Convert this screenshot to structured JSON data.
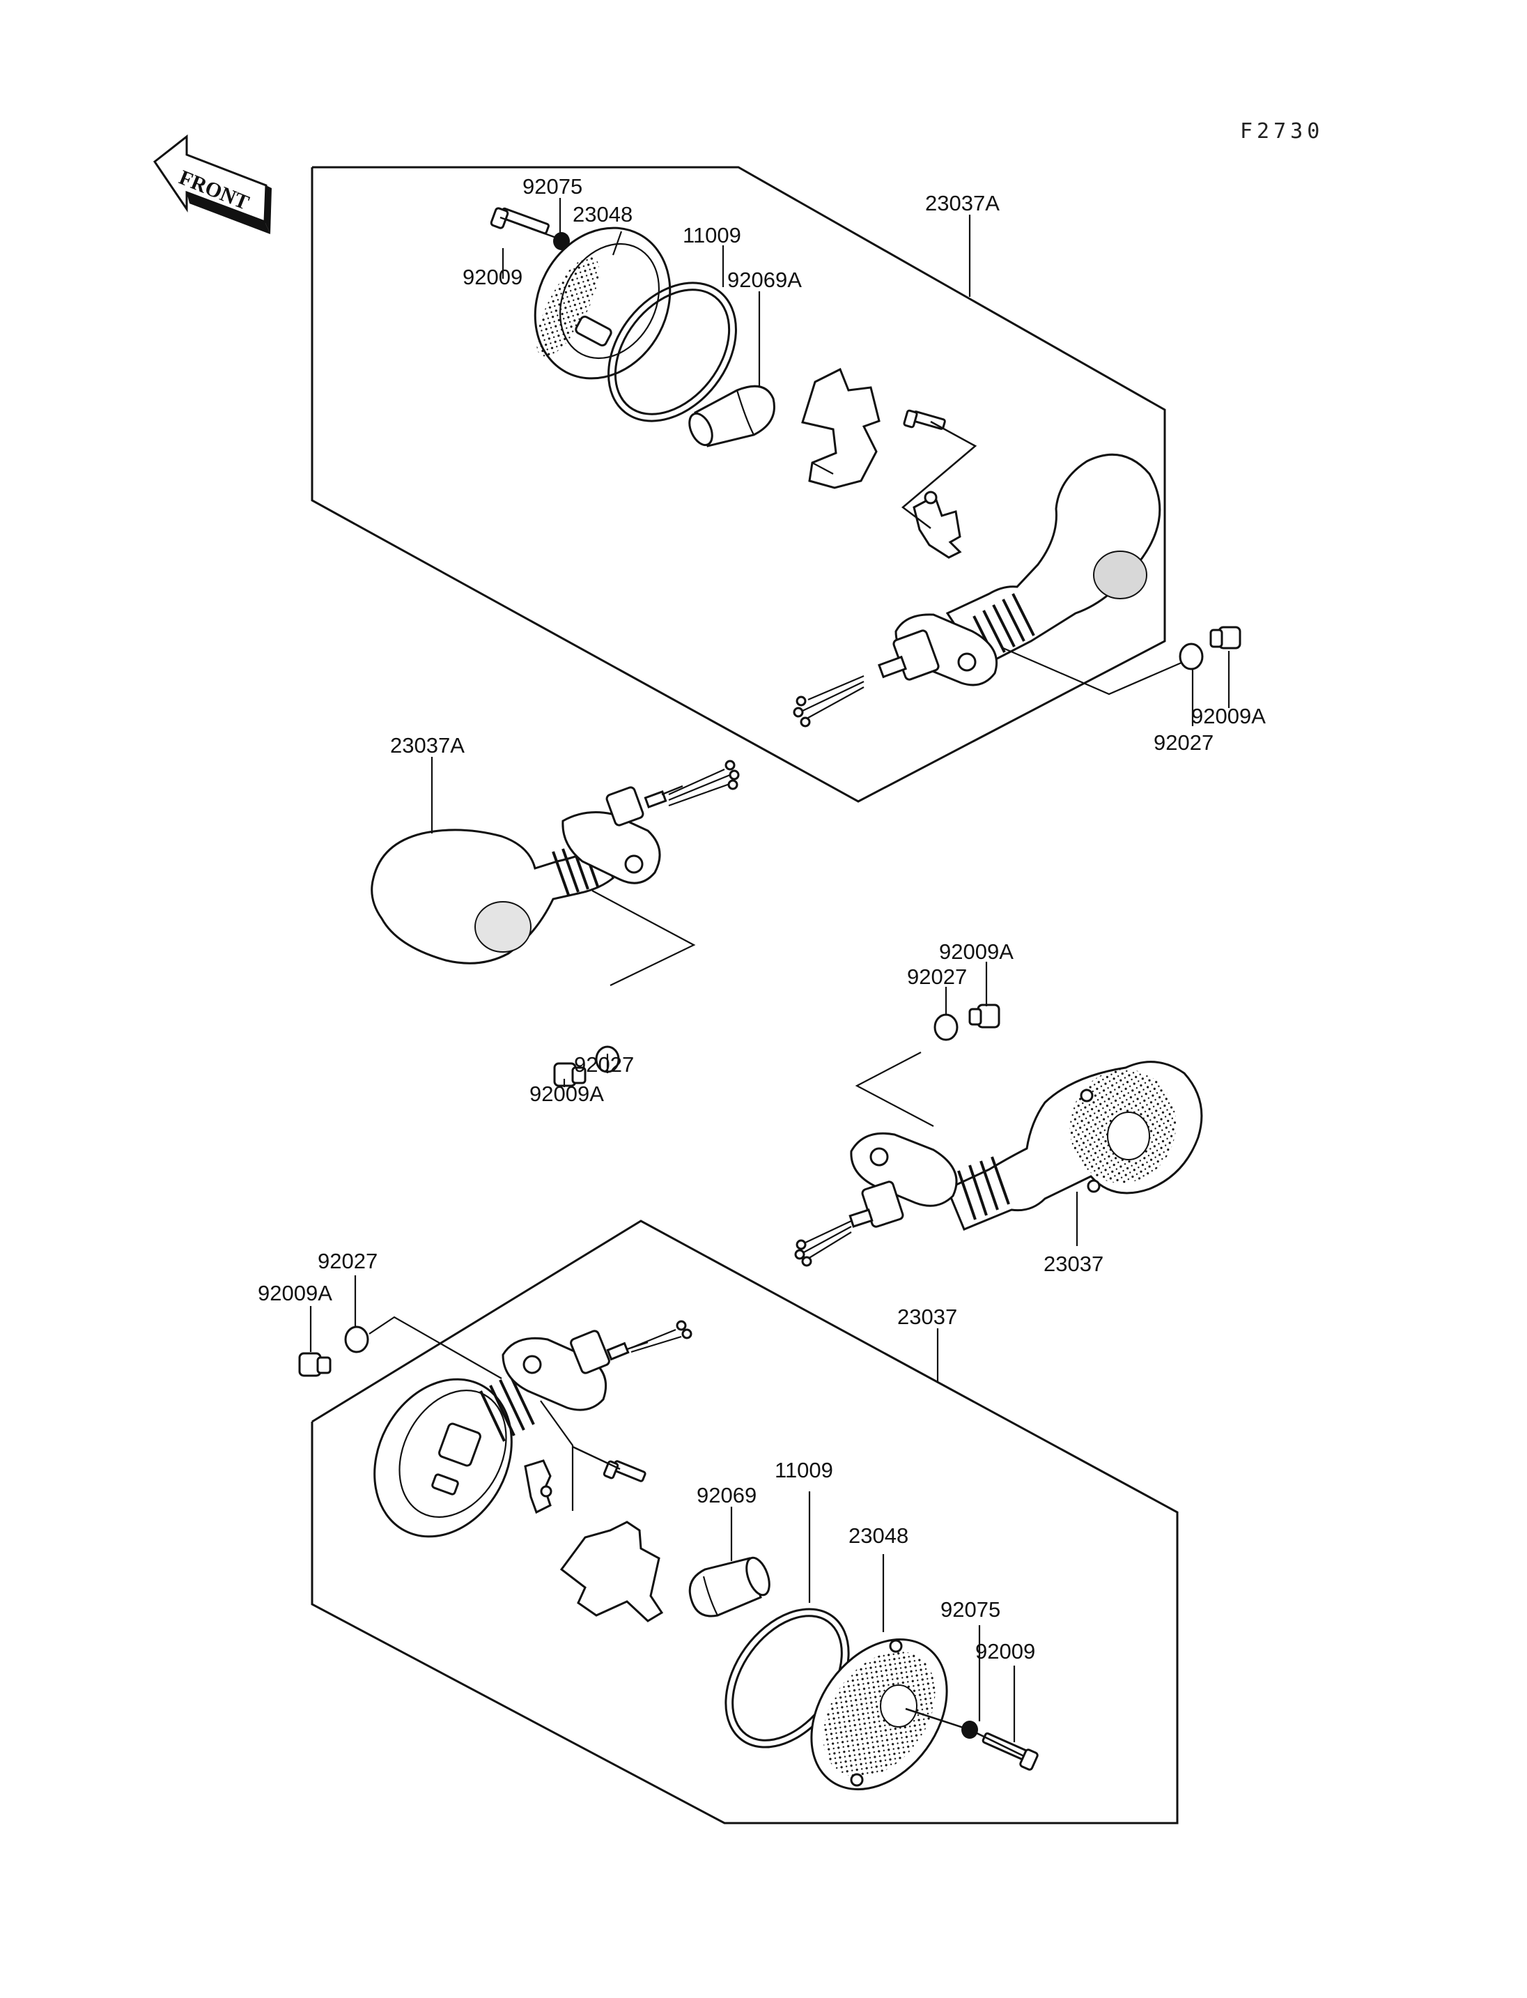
{
  "figure_ref": "F2730",
  "front_label": "FRONT",
  "labels": {
    "l92075_top": "92075",
    "l23048_top": "23048",
    "l92009_top": "92009",
    "l11009_top": "11009",
    "l92069A_top": "92069A",
    "l23037A_top": "23037A",
    "l92009A_right": "92009A",
    "l92027_right": "92027",
    "l23037A_mid": "23037A",
    "l92027_mid": "92027",
    "l92009A_mid": "92009A",
    "l92009A_midright": "92009A",
    "l92027_midright": "92027",
    "l23037_midright": "23037",
    "l92027_bot": "92027",
    "l92009A_bot": "92009A",
    "l23037_bot": "23037",
    "l92069_bot": "92069",
    "l11009_bot": "11009",
    "l23048_bot": "23048",
    "l92075_bot": "92075",
    "l92009_bot": "92009"
  }
}
